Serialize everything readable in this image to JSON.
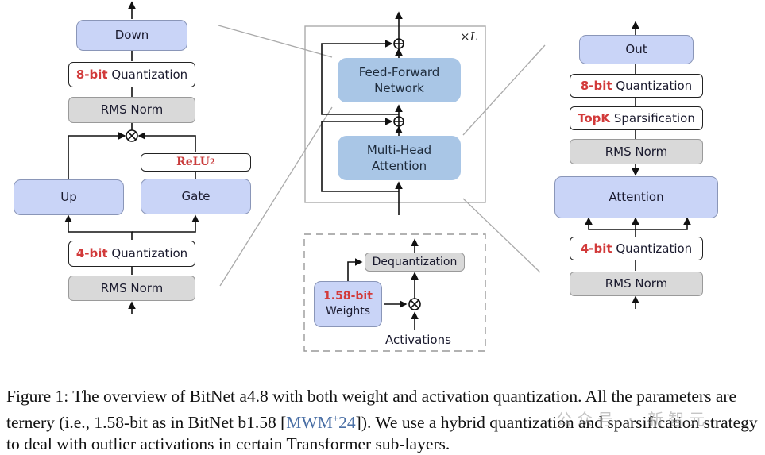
{
  "figure": {
    "ffn_panel": {
      "down": "Down",
      "quant_top": {
        "bits": "8-bit",
        "label": "Quantization"
      },
      "rms_top": "RMS Norm",
      "relu": {
        "base": "ReLU",
        "exp": "2"
      },
      "up": "Up",
      "gate": "Gate",
      "quant_bottom": {
        "bits": "4-bit",
        "label": "Quantization"
      },
      "rms_bottom": "RMS Norm"
    },
    "transformer_block": {
      "repeat": "×L",
      "ffn_line1": "Feed-Forward",
      "ffn_line2": "Network",
      "mha_line1": "Multi-Head",
      "mha_line2": "Attention"
    },
    "bitlinear_inset": {
      "dequant": "Dequantization",
      "weights_bits": "1.58-bit",
      "weights_label": "Weights",
      "activations": "Activations"
    },
    "attention_panel": {
      "out": "Out",
      "quant_top": {
        "bits": "8-bit",
        "label": "Quantization"
      },
      "topk": {
        "bits": "TopK",
        "label": "Sparsification"
      },
      "rms_top": "RMS Norm",
      "attention": "Attention",
      "quant_bottom": {
        "bits": "4-bit",
        "label": "Quantization"
      },
      "rms_bottom": "RMS Norm"
    },
    "colors": {
      "linear_fill": "#c9d4f7",
      "block_fill": "#a9c6e6",
      "norm_fill": "#d9d9d9",
      "highlight_red": "#d23a3a",
      "citation_blue": "#4a6fa5"
    }
  },
  "caption": {
    "prefix": "Figure 1: The overview of BitNet a4.8 with both weight and activation quantization. All the parameters are ternery (i.e., 1.58-bit as in BitNet b1.58 [",
    "cite_main": "MWM",
    "cite_sup": "+",
    "cite_year": "24",
    "suffix": "]). We use a hybrid quantization and sparsification strategy to deal with outlier activations in certain Transformer sub-layers."
  },
  "watermark": "公众号 · 新智元"
}
